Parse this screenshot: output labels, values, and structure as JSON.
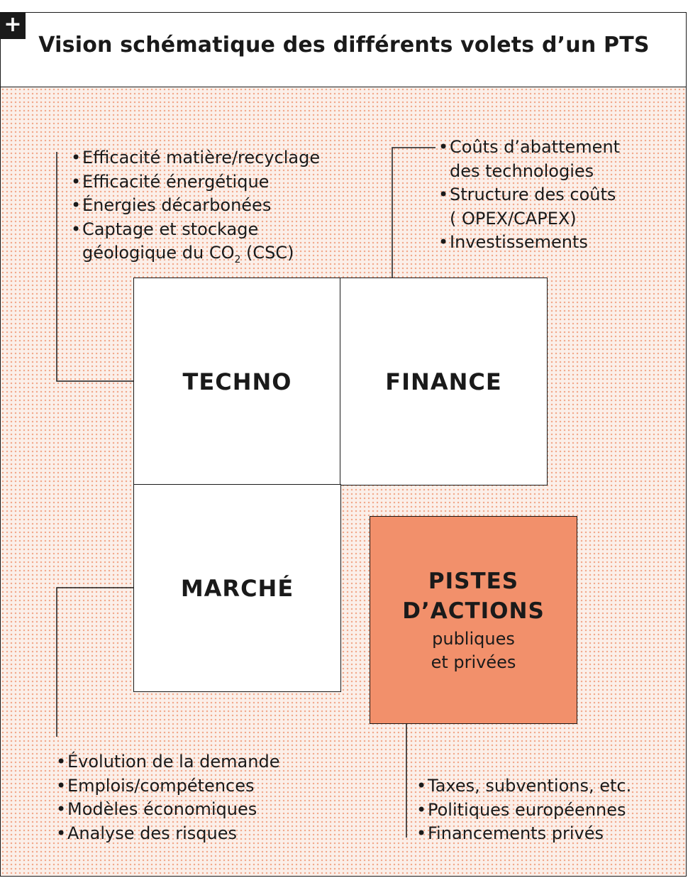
{
  "header": {
    "badge": "+",
    "title": "Vision schématique des différents volets d’un PTS"
  },
  "boxes": {
    "techno": "TECHNO",
    "finance": "FINANCE",
    "marche": "MARCHÉ",
    "pistes": {
      "title": "PISTES\nD’ACTIONS",
      "subtitle": "publiques\net privées"
    }
  },
  "lists": {
    "techno": [
      "Efficacité matière/recyclage",
      "Efficacité énergétique",
      "Énergies décarbonées",
      "Captage et stockage"
    ],
    "techno_last": {
      "before": "géologique du CO",
      "subscript": "2",
      "after": " (CSC)"
    },
    "finance": [
      "Coûts d’abattement",
      "Structure des coûts",
      "Investissements"
    ],
    "finance_cont": [
      "des technologies",
      "( OPEX/CAPEX)"
    ],
    "marche": [
      "Évolution de la demande",
      "Emplois/compétences",
      "Modèles économiques",
      "Analyse des risques"
    ],
    "pistes": [
      "Taxes, subventions, etc.",
      "Politiques européennes",
      "Financements privés"
    ]
  },
  "colors": {
    "accent": "#f2906b",
    "dots": "#f2a98c",
    "ink": "#1a1a1a"
  }
}
